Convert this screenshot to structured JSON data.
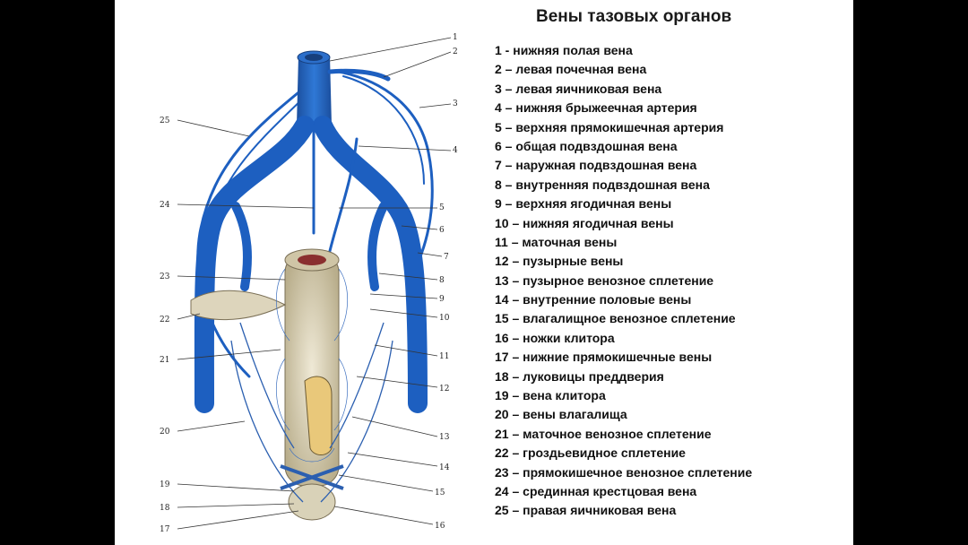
{
  "title": "Вены тазовых органов",
  "legend": [
    {
      "num": "1",
      "sep": " - ",
      "text": "нижняя полая вена"
    },
    {
      "num": "2",
      "sep": " – ",
      "text": "левая почечная вена"
    },
    {
      "num": "3",
      "sep": " – ",
      "text": "левая яичниковая вена"
    },
    {
      "num": "4",
      "sep": " – ",
      "text": "нижняя брыжеечная артерия"
    },
    {
      "num": "5",
      "sep": " – ",
      "text": "верхняя прямокишечная артерия"
    },
    {
      "num": "6",
      "sep": " – ",
      "text": "общая подвздошная вена"
    },
    {
      "num": "7",
      "sep": " – ",
      "text": "наружная подвздошная вена"
    },
    {
      "num": "8",
      "sep": " – ",
      "text": "внутренняя подвздошная вена"
    },
    {
      "num": "9",
      "sep": " – ",
      "text": "верхняя ягодичная вены"
    },
    {
      "num": "10",
      "sep": " – ",
      "text": "нижняя ягодичная вены"
    },
    {
      "num": "11",
      "sep": " – ",
      "text": "маточная вены"
    },
    {
      "num": "12",
      "sep": " – ",
      "text": "пузырные вены"
    },
    {
      "num": "13",
      "sep": " – ",
      "text": "пузырное венозное сплетение"
    },
    {
      "num": "14",
      "sep": " – ",
      "text": "внутренние половые вены"
    },
    {
      "num": "15",
      "sep": " – ",
      "text": "влагалищное венозное сплетение"
    },
    {
      "num": "16",
      "sep": " – ",
      "text": "ножки клитора"
    },
    {
      "num": "17",
      "sep": " – ",
      "text": "нижние прямокишечные вены"
    },
    {
      "num": "18",
      "sep": " – ",
      "text": "луковицы преддверия"
    },
    {
      "num": "19",
      "sep": " – ",
      "text": "вена клитора"
    },
    {
      "num": "20",
      "sep": " – ",
      "text": "вены влагалища"
    },
    {
      "num": "21",
      "sep": " – ",
      "text": "маточное венозное сплетение"
    },
    {
      "num": "22",
      "sep": " – ",
      "text": "гроздьевидное сплетение"
    },
    {
      "num": "23",
      "sep": " – ",
      "text": "прямокишечное венозное сплетение"
    },
    {
      "num": "24",
      "sep": " – ",
      "text": "срединная крестцовая вена"
    },
    {
      "num": "25",
      "sep": " – ",
      "text": "правая яичниковая вена"
    }
  ],
  "callouts": [
    "1",
    "2",
    "3",
    "4",
    "5",
    "6",
    "7",
    "8",
    "9",
    "10",
    "11",
    "12",
    "13",
    "14",
    "15",
    "16",
    "17",
    "18",
    "19",
    "20",
    "21",
    "22",
    "23",
    "24",
    "25"
  ],
  "colors": {
    "vein": "#1d5fc0",
    "tissue": "#d9d2b8",
    "background": "#ffffff",
    "letterbox": "#000000"
  }
}
